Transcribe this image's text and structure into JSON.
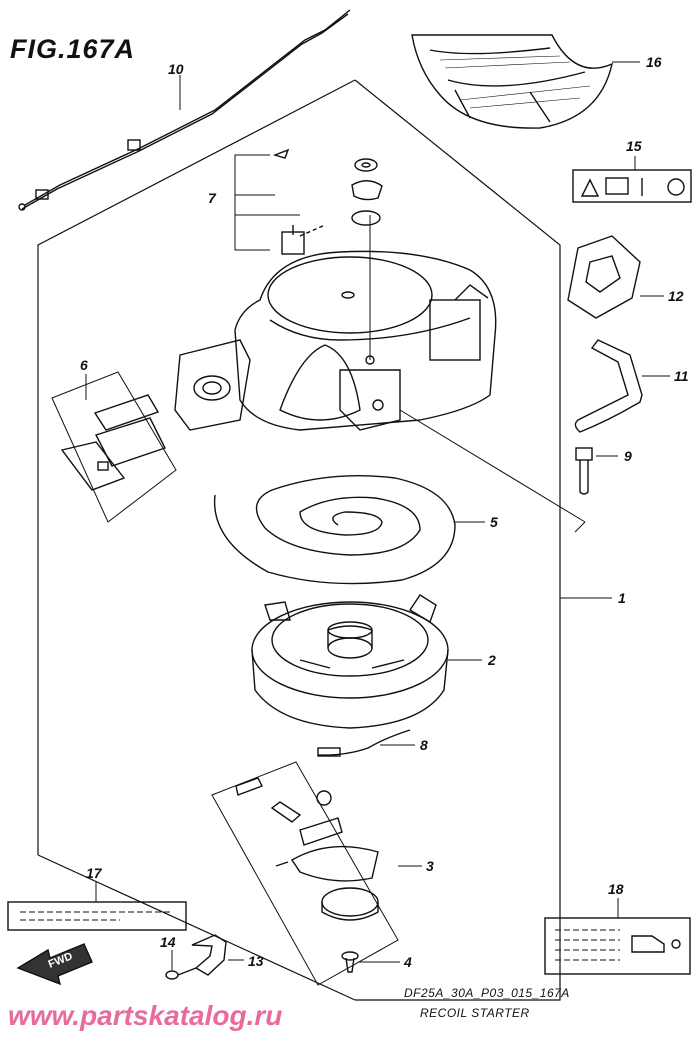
{
  "figure": {
    "title": "FIG.167A",
    "caption_code": "DF25A_30A_P03_015_167A",
    "caption_name": "RECOIL STARTER"
  },
  "callouts": [
    "1",
    "2",
    "3",
    "4",
    "5",
    "6",
    "7",
    "8",
    "9",
    "10",
    "11",
    "12",
    "13",
    "14",
    "15",
    "16",
    "17",
    "18"
  ],
  "fwd_label": "FWD",
  "watermark": "www.partskatalog.ru"
}
